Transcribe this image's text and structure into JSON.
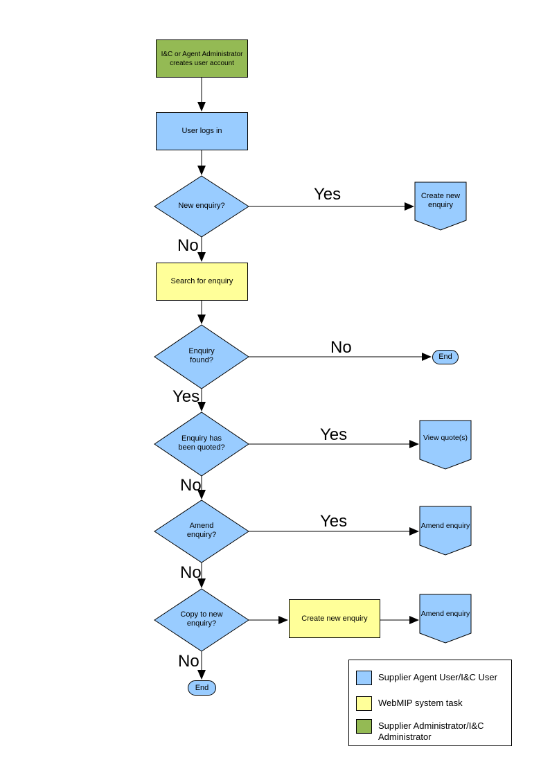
{
  "colors": {
    "user_shape": "#99CCFF",
    "system_task_shape": "#FFFF99",
    "admin_shape": "#94BA54",
    "line": "#000000"
  },
  "nodes": {
    "admin_create": "I&C or Agent Administrator\ncreates user account",
    "login": "User logs in",
    "new_enquiry_q": "New enquiry?",
    "create_new_enquiry_connector": "Create new\nenquiry",
    "search_enquiry": "Search for enquiry",
    "enquiry_found_q": "Enquiry\nfound?",
    "end_1": "End",
    "quoted_q": "Enquiry has\nbeen quoted?",
    "view_quotes": "View quote(s)",
    "amend_q": "Amend\nenquiry?",
    "amend_enquiry_connector_1": "Amend enquiry",
    "copy_q": "Copy to new\nenquiry?",
    "create_new_enquiry_task": "Create new enquiry",
    "amend_enquiry_connector_2": "Amend enquiry",
    "end_2": "End"
  },
  "labels": {
    "new_enquiry_yes": "Yes",
    "new_enquiry_no": "No",
    "enquiry_found_no": "No",
    "enquiry_found_yes": "Yes",
    "quoted_yes": "Yes",
    "quoted_no": "No",
    "amend_yes": "Yes",
    "amend_no": "No",
    "copy_no": "No"
  },
  "legend": {
    "items": [
      {
        "label": "Supplier Agent User/I&C User",
        "color": "#99CCFF"
      },
      {
        "label": "WebMIP system task",
        "color": "#FFFF99"
      },
      {
        "label": "Supplier Administrator/I&C\nAdministrator",
        "color": "#94BA54"
      }
    ]
  }
}
